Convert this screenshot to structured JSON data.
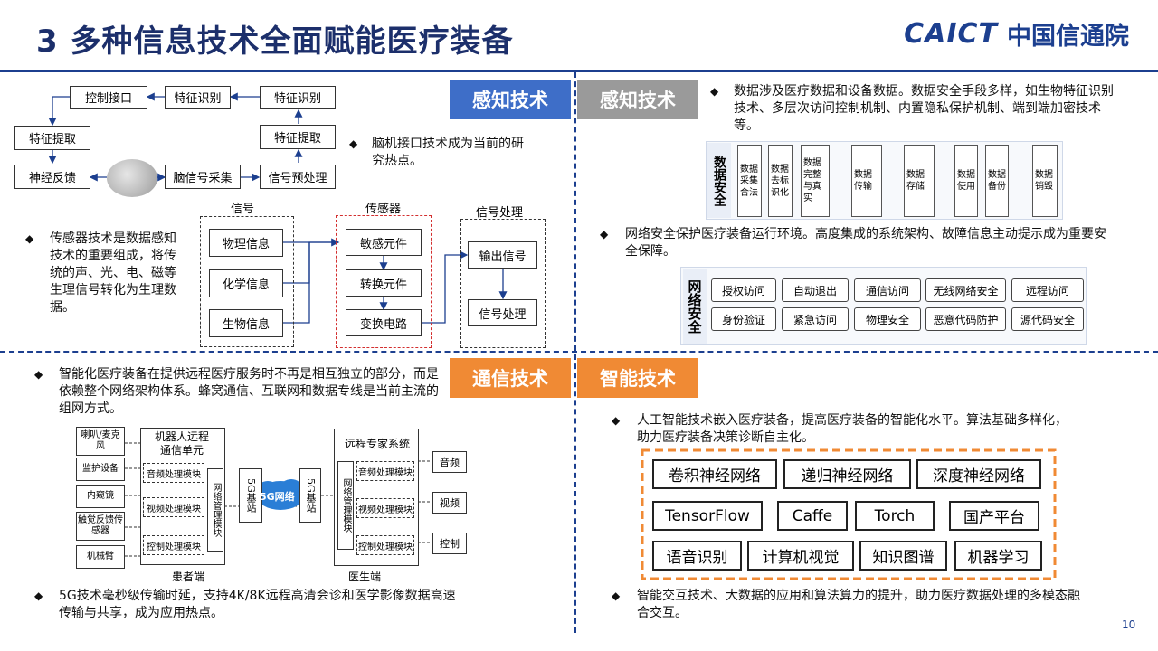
{
  "title": "3 多种信息技术全面赋能医疗装备",
  "logo": {
    "en": "CAICT",
    "cn": "中国信通院"
  },
  "page_number": "10",
  "tags": {
    "sensing_blue": "感知技术",
    "sensing_gray": "感知技术",
    "communication": "通信技术",
    "intelligence": "智能技术"
  },
  "colors": {
    "blue": "#3e6ec8",
    "gray": "#9a9a9a",
    "orange": "#f08a34",
    "navy": "#1c3f8f"
  },
  "q1": {
    "bci": {
      "control_interface": "控制接口",
      "feature_recog_1": "特征识别",
      "feature_recog_2": "特征识别",
      "feature_extract_left": "特征提取",
      "feature_extract_right": "特征提取",
      "neural_feedback": "神经反馈",
      "brain_signal": "脑信号采集",
      "preprocess": "信号预处理"
    },
    "bci_note": "脑机接口技术成为当前的研究热点。",
    "sensor_note": "传感器技术是数据感知技术的重要组成，将传统的声、光、电、磁等生理信号转化为生理数据。",
    "sensor": {
      "signal_header": "信号",
      "sensor_header": "传感器",
      "process_header": "信号处理",
      "physical": "物理信息",
      "chemical": "化学信息",
      "biological": "生物信息",
      "sensitive": "敏感元件",
      "conversion": "转换元件",
      "circuit": "变换电路",
      "output": "输出信号",
      "processing": "信号处理"
    }
  },
  "q2": {
    "data_note": "数据涉及医疗数据和设备数据。数据安全手段多样，如生物特征识别技术、多层次访问控制机制、内置隐私保护机制、端到端加密技术等。",
    "data_security_label": "数据安全",
    "data_steps": [
      "数据采集合法",
      "数据去标识化",
      "数据完整与真实",
      "数据传输",
      "数据存储",
      "数据使用",
      "数据备份",
      "数据销毁"
    ],
    "net_note": "网络安全保护医疗装备运行环境。高度集成的系统架构、故障信息主动提示成为重要安全保障。",
    "net_security_label": "网络安全",
    "net_items": [
      "授权访问",
      "自动退出",
      "通信访问",
      "无线网络安全",
      "远程访问",
      "身份验证",
      "紧急访问",
      "物理安全",
      "恶意代码防护",
      "源代码安全"
    ]
  },
  "q3": {
    "note_top": "智能化医疗装备在提供远程医疗服务时不再是相互独立的部分，而是依赖整个网络架构体系。蜂窝通信、互联网和数据专线是当前主流的组网方式。",
    "devices": [
      "喇叭/麦克风",
      "监护设备",
      "内窥镜",
      "触觉反馈传感器",
      "机械臂"
    ],
    "robot_title": "机器人远程通信单元",
    "modules_left": [
      "音频处理模块",
      "视频处理模块",
      "控制处理模块"
    ],
    "net_mgmt": "网络管理模块",
    "base_station": "5G基站",
    "cloud": "5G网络",
    "expert_title": "远程专家系统",
    "modules_right": [
      "音频处理模块",
      "视频处理模块",
      "控制处理模块"
    ],
    "outputs": [
      "音频",
      "视频",
      "控制"
    ],
    "patient_end": "患者端",
    "doctor_end": "医生端",
    "note_bottom": "5G技术毫秒级传输时延，支持4K/8K远程高清会诊和医学影像数据高速传输与共享，成为应用热点。"
  },
  "q4": {
    "note_top": "人工智能技术嵌入医疗装备，提高医疗装备的智能化水平。算法基础多样化，助力医疗装备决策诊断自主化。",
    "row1": [
      "卷积神经网络",
      "递归神经网络",
      "深度神经网络"
    ],
    "row2": [
      "TensorFlow",
      "Caffe",
      "Torch",
      "国产平台"
    ],
    "row3": [
      "语音识别",
      "计算机视觉",
      "知识图谱",
      "机器学习"
    ],
    "note_bottom": "智能交互技术、大数据的应用和算法算力的提升，助力医疗数据处理的多模态融合交互。"
  }
}
